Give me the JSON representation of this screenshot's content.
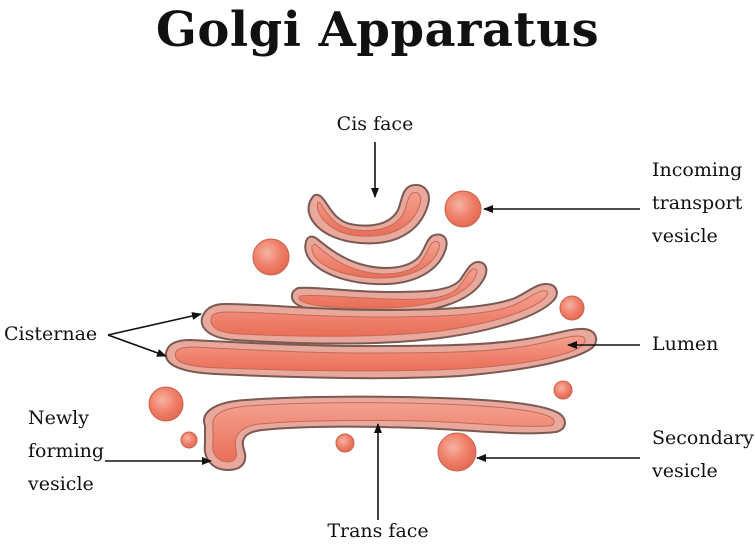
{
  "title": "Golgi Apparatus",
  "labels": {
    "cis_face": "Cis face",
    "trans_face": "Trans face",
    "incoming_transport_vesicle": [
      "Incoming",
      "transport",
      "vesicle"
    ],
    "cisternae": "Cisternae",
    "lumen": "Lumen",
    "newly_forming_vesicle": [
      "Newly",
      "forming",
      "vesicle"
    ],
    "secondary_vesicle": [
      "Secondary",
      "vesicle"
    ]
  },
  "colors": {
    "membrane_fill": "#e8a89c",
    "membrane_stroke": "#7a5a52",
    "lumen_fill": "#ee7f68",
    "vesicle_fill": "#ef7d66",
    "arrow": "#111111"
  }
}
